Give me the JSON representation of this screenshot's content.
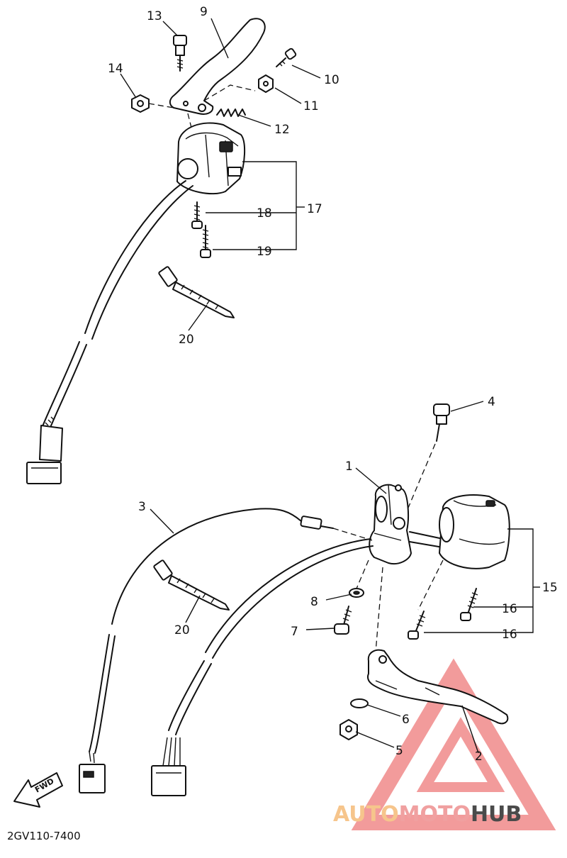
{
  "diagram_code": "2GV110-7400",
  "fwd_label": "FWD",
  "watermark": {
    "part1": "AUTO",
    "part2": "MOTO",
    "part3": "HUB",
    "colors": {
      "triangle": "#f08a8a",
      "auto": "#f6c58c",
      "moto": "#f0a0a0",
      "hub": "#4a4a4a"
    }
  },
  "callouts": {
    "c1": "1",
    "c2": "2",
    "c3": "3",
    "c4": "4",
    "c5": "5",
    "c6": "6",
    "c7": "7",
    "c8": "8",
    "c9": "9",
    "c10": "10",
    "c11": "11",
    "c12": "12",
    "c13": "13",
    "c14": "14",
    "c15": "15",
    "c16a": "16",
    "c16b": "16",
    "c17": "17",
    "c18": "18",
    "c19": "19",
    "c20a": "20",
    "c20b": "20"
  }
}
